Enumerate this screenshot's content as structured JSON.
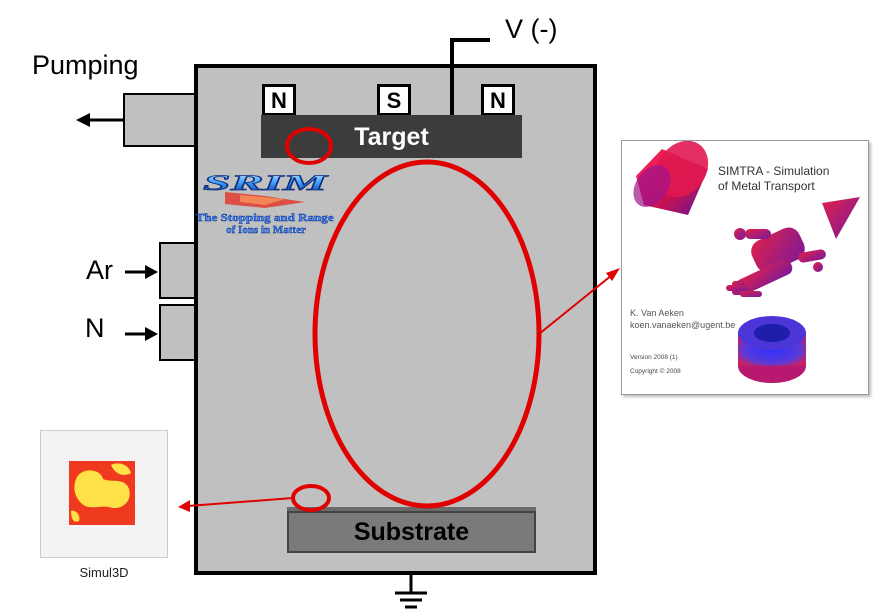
{
  "voltage_label": "V (-)",
  "pumping_label": "Pumping",
  "gas_inlets": {
    "ar": "Ar",
    "n": "N"
  },
  "magnets": [
    "N",
    "S",
    "N"
  ],
  "target_label": "Target",
  "substrate_label": "Substrate",
  "srim_logo": {
    "title": "SRIM",
    "subtitle": "The Stopping and Range of Ions in Matter"
  },
  "simtra_panel": {
    "title_line1": "SIMTRA  - Simulation",
    "title_line2": "of Metal Transport",
    "author": "K. Van Aeken",
    "email": "koen.vanaeken@ugent.be",
    "version": "Version 2008 (1)",
    "copyright": "Copyright ©  2008"
  },
  "simul3d_label": "Simul3D",
  "colors": {
    "chamber": "#c0c0c0",
    "highlight": "#e00000",
    "target": "#3c3c3c",
    "substrate": "#7a7a7a",
    "particles": "#cc1060"
  }
}
